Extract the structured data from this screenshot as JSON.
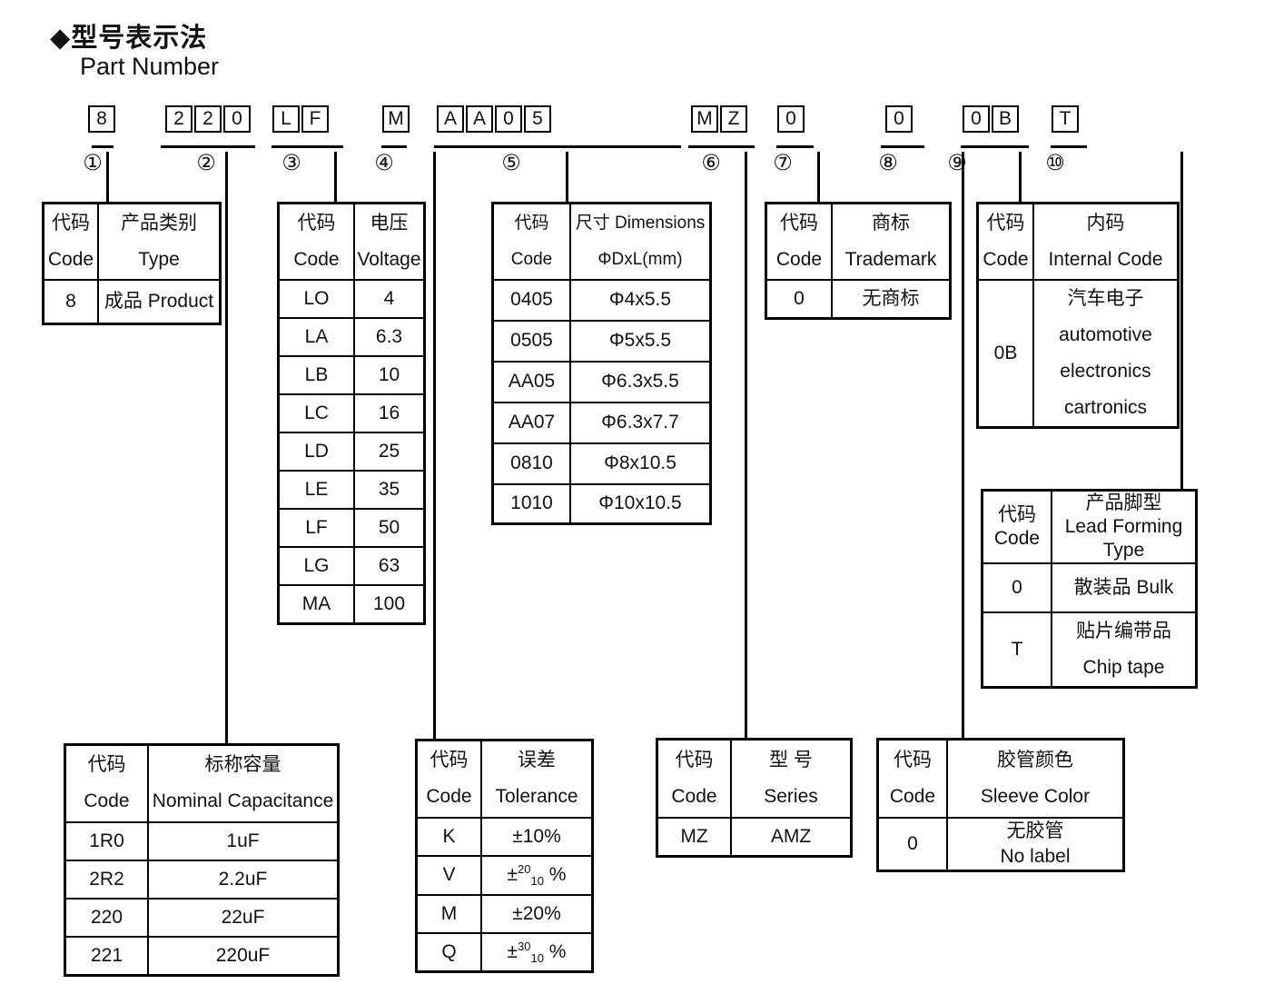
{
  "title": {
    "zh": "◆型号表示法",
    "en": "Part Number"
  },
  "part_number": {
    "groups": [
      {
        "index": "①",
        "chars": [
          "8"
        ]
      },
      {
        "index": "②",
        "chars": [
          "2",
          "2",
          "0"
        ]
      },
      {
        "index": "③",
        "chars": [
          "L",
          "F"
        ]
      },
      {
        "index": "④",
        "chars": [
          "M"
        ]
      },
      {
        "index": "⑤",
        "chars": [
          "A",
          "A",
          "0",
          "5"
        ]
      },
      {
        "index": "⑥",
        "chars": [
          "M",
          "Z"
        ]
      },
      {
        "index": "⑦",
        "chars": [
          "0"
        ]
      },
      {
        "index": "⑧",
        "chars": [
          "0"
        ]
      },
      {
        "index": "⑨",
        "chars": [
          "0",
          "B"
        ]
      },
      {
        "index": "⑩",
        "chars": [
          "T"
        ]
      }
    ]
  },
  "tables": {
    "product_type": {
      "headers": [
        "代码\nCode",
        "产品类别\nType"
      ],
      "rows": [
        [
          "8",
          "成品 Product"
        ]
      ]
    },
    "nominal_capacitance": {
      "headers": [
        "代码\nCode",
        "标称容量\nNominal Capacitance"
      ],
      "rows": [
        [
          "1R0",
          "1uF"
        ],
        [
          "2R2",
          "2.2uF"
        ],
        [
          "220",
          "22uF"
        ],
        [
          "221",
          "220uF"
        ]
      ]
    },
    "voltage": {
      "headers": [
        "代码\nCode",
        "电压\nVoltage"
      ],
      "rows": [
        [
          "LO",
          "4"
        ],
        [
          "LA",
          "6.3"
        ],
        [
          "LB",
          "10"
        ],
        [
          "LC",
          "16"
        ],
        [
          "LD",
          "25"
        ],
        [
          "LE",
          "35"
        ],
        [
          "LF",
          "50"
        ],
        [
          "LG",
          "63"
        ],
        [
          "MA",
          "100"
        ]
      ]
    },
    "tolerance": {
      "headers": [
        "代码\nCode",
        "误差\nTolerance"
      ],
      "rows": [
        [
          "K",
          "±10%"
        ],
        [
          "V",
          {
            "pre": "±",
            "sup": "20",
            "sub": "10",
            "post": " %"
          }
        ],
        [
          "M",
          "±20%"
        ],
        [
          "Q",
          {
            "pre": "±",
            "sup": "30",
            "sub": "10",
            "post": " %"
          }
        ]
      ]
    },
    "dimensions": {
      "headers": [
        "代码\nCode",
        "尺寸 Dimensions\nΦDxL(mm)"
      ],
      "rows": [
        [
          "0405",
          "Φ4x5.5"
        ],
        [
          "0505",
          "Φ5x5.5"
        ],
        [
          "AA05",
          "Φ6.3x5.5"
        ],
        [
          "AA07",
          "Φ6.3x7.7"
        ],
        [
          "0810",
          "Φ8x10.5"
        ],
        [
          "1010",
          "Φ10x10.5"
        ]
      ]
    },
    "series": {
      "headers": [
        "代码\nCode",
        "型 号\nSeries"
      ],
      "rows": [
        [
          "MZ",
          "AMZ"
        ]
      ]
    },
    "trademark": {
      "headers": [
        "代码\nCode",
        "商标\nTrademark"
      ],
      "rows": [
        [
          "0",
          "无商标"
        ]
      ]
    },
    "sleeve_color": {
      "headers": [
        "代码\nCode",
        "胶管颜色\nSleeve Color"
      ],
      "rows": [
        [
          "0",
          "无胶管\nNo label"
        ]
      ]
    },
    "internal_code": {
      "headers": [
        "代码\nCode",
        "内码\nInternal Code"
      ],
      "rows": [
        [
          "0B",
          "汽车电子\nautomotive\nelectronics\ncartronics"
        ]
      ]
    },
    "lead_forming": {
      "headers": [
        "代码\nCode",
        "产品脚型\nLead Forming\nType"
      ],
      "rows": [
        [
          "0",
          "散装品 Bulk"
        ],
        [
          "T",
          "贴片编带品\nChip tape"
        ]
      ]
    }
  }
}
